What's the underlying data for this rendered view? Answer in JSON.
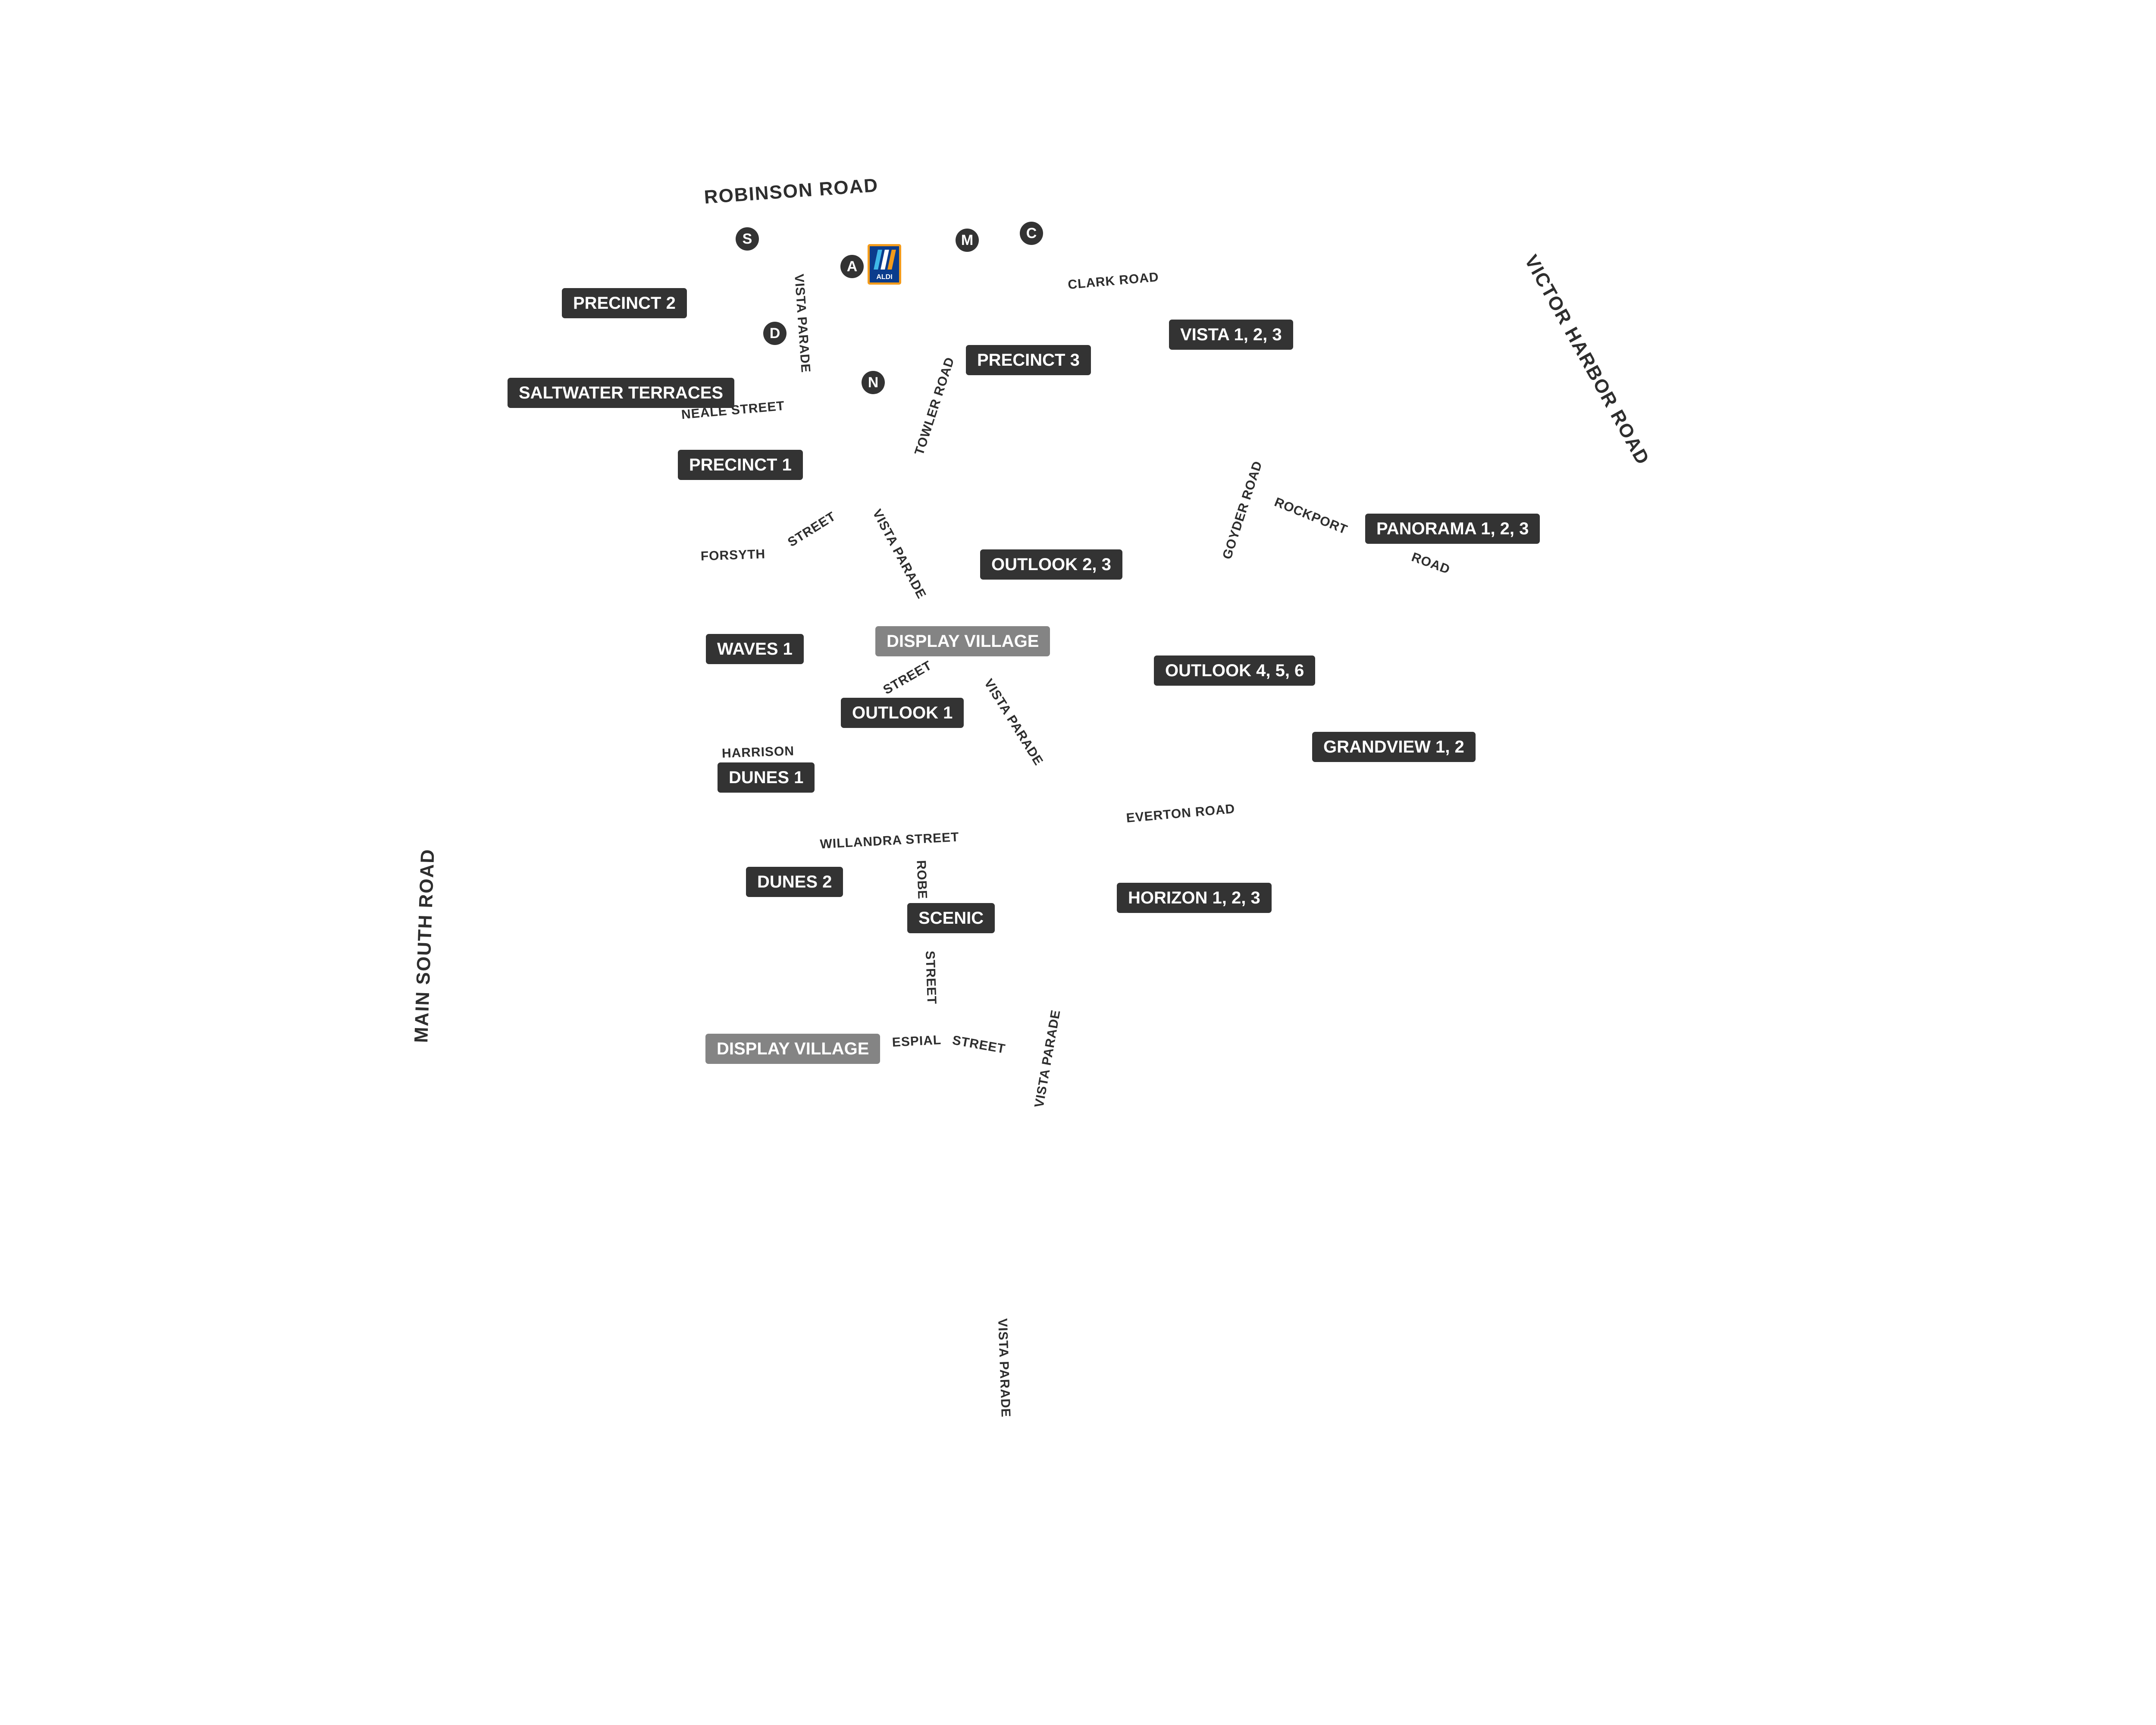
{
  "roads": {
    "robinson_road": "ROBINSON ROAD",
    "victor_harbor_road": "VICTOR HARBOR ROAD",
    "main_south_road": "MAIN SOUTH ROAD",
    "clark_road": "CLARK ROAD",
    "vista_parade": "VISTA PARADE",
    "neale_street": "NEALE STREET",
    "towler_road": "TOWLER ROAD",
    "goyder_road": "GOYDER ROAD",
    "rockport": "ROCKPORT",
    "road": "ROAD",
    "forsyth": "FORSYTH",
    "street": "STREET",
    "harrison": "HARRISON",
    "willandra_street": "WILLANDRA STREET",
    "everton_road": "EVERTON ROAD",
    "robe": "ROBE",
    "espial": "ESPIAL"
  },
  "precincts": {
    "precinct_2": "PRECINCT  2",
    "saltwater_terraces": "SALTWATER TERRACES",
    "precinct_1": "PRECINCT  1",
    "precinct_3": "PRECINCT 3",
    "vista_123": "VISTA 1, 2, 3",
    "panorama_123": "PANORAMA 1, 2, 3",
    "outlook_23": "OUTLOOK 2, 3",
    "waves_1": "WAVES 1",
    "display_village_north": "DISPLAY VILLAGE",
    "outlook_456": "OUTLOOK 4, 5, 6",
    "outlook_1": "OUTLOOK 1",
    "grandview_12": "GRANDVIEW 1, 2",
    "dunes_1": "DUNES 1",
    "dunes_2": "DUNES 2",
    "scenic": "SCENIC",
    "horizon_123": "HORIZON 1, 2, 3",
    "display_village_south": "DISPLAY VILLAGE"
  },
  "markers": {
    "s": "S",
    "a": "A",
    "m": "M",
    "c": "C",
    "d": "D",
    "n": "N"
  },
  "aldi": {
    "label": "ALDI"
  },
  "colors": {
    "tag_dark": "#333333",
    "tag_muted": "#848484",
    "road_text": "#2e2e2e",
    "aldi_orange": "#f39b1b",
    "aldi_blue": "#0b3c8c",
    "background": "#ffffff"
  }
}
